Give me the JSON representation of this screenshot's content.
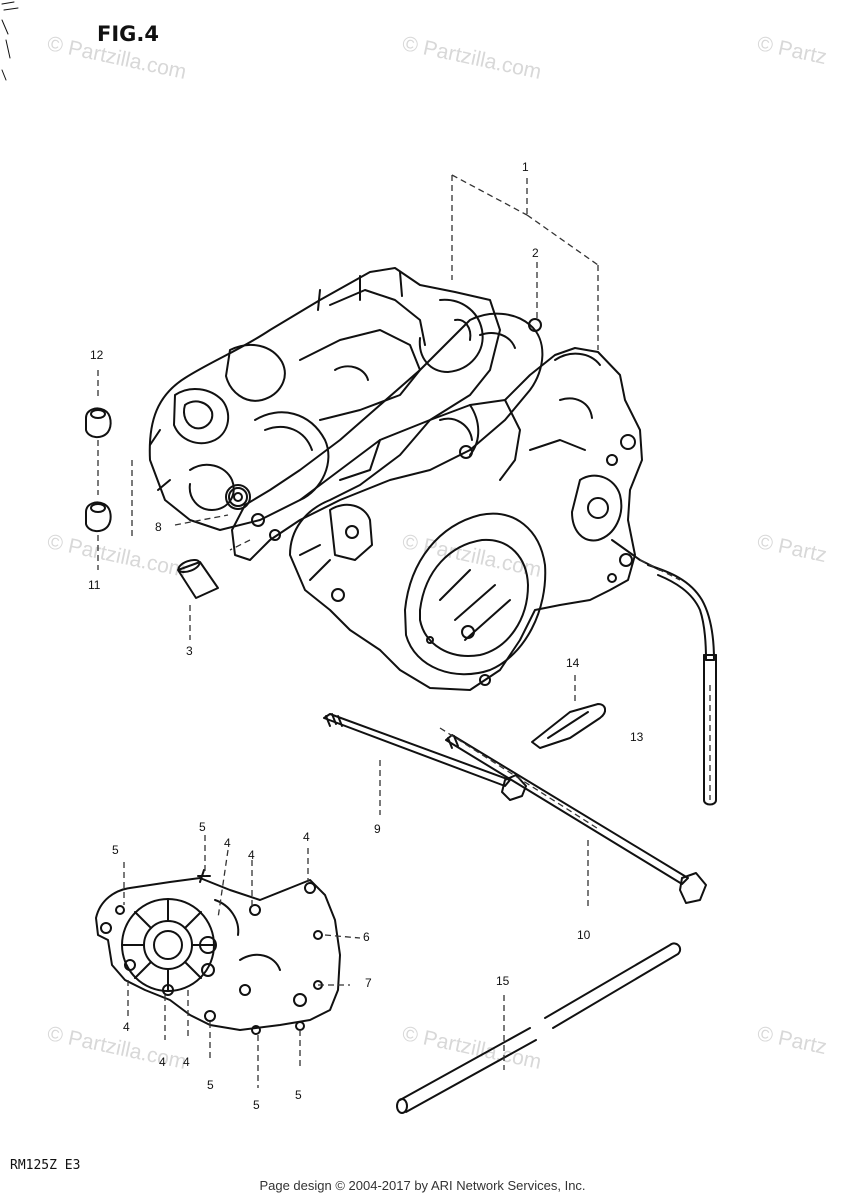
{
  "figure": {
    "title": "FIG.4",
    "model": "RM125Z  E3"
  },
  "footer": {
    "credit": "Page design © 2004-2017 by ARI Network Services, Inc."
  },
  "watermark": {
    "text": "© Partzilla.com",
    "partial": "© Partz"
  },
  "callouts": [
    "1",
    "2",
    "3",
    "4",
    "4",
    "4",
    "4",
    "4",
    "4",
    "5",
    "5",
    "5",
    "5",
    "5",
    "6",
    "7",
    "8",
    "9",
    "10",
    "11",
    "12",
    "13",
    "14",
    "15"
  ]
}
